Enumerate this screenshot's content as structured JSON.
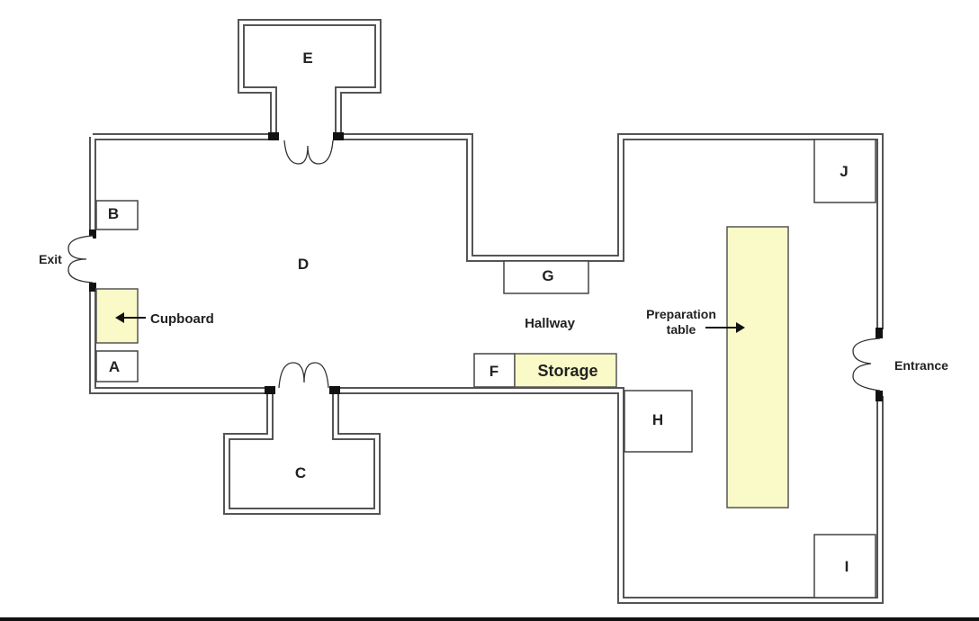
{
  "rooms": {
    "A": "A",
    "B": "B",
    "C": "C",
    "D": "D",
    "E": "E",
    "F": "F",
    "G": "G",
    "H": "H",
    "I": "I",
    "J": "J"
  },
  "labels": {
    "exit": "Exit",
    "cupboard": "Cupboard",
    "hallway": "Hallway",
    "storage": "Storage",
    "preparation_table_line1": "Preparation",
    "preparation_table_line2": "table",
    "entrance": "Entrance"
  },
  "colors": {
    "highlight": "#fafac8",
    "wall": "#555555"
  }
}
